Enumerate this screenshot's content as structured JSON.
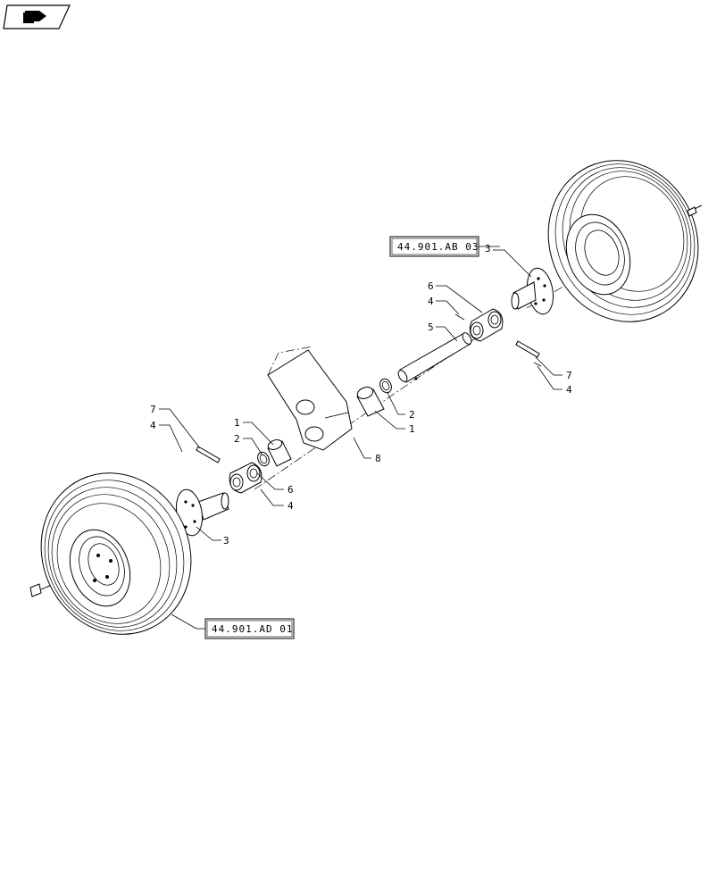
{
  "nav_icon": "back-arrow-icon",
  "refs": {
    "top_ref": "44.901.AB 03",
    "bottom_ref": "44.901.AD 01"
  },
  "callouts": {
    "c3_top": "3",
    "c6_top": "6",
    "c4_top_a": "4",
    "c5": "5",
    "c7_right": "7",
    "c4_right": "4",
    "c2_mid": "2",
    "c1_mid": "1",
    "c8": "8",
    "c7_left": "7",
    "c4_left": "4",
    "c1_left": "1",
    "c2_left": "2",
    "c6_bottom": "6",
    "c4_bottom": "4",
    "c3_bottom": "3"
  }
}
